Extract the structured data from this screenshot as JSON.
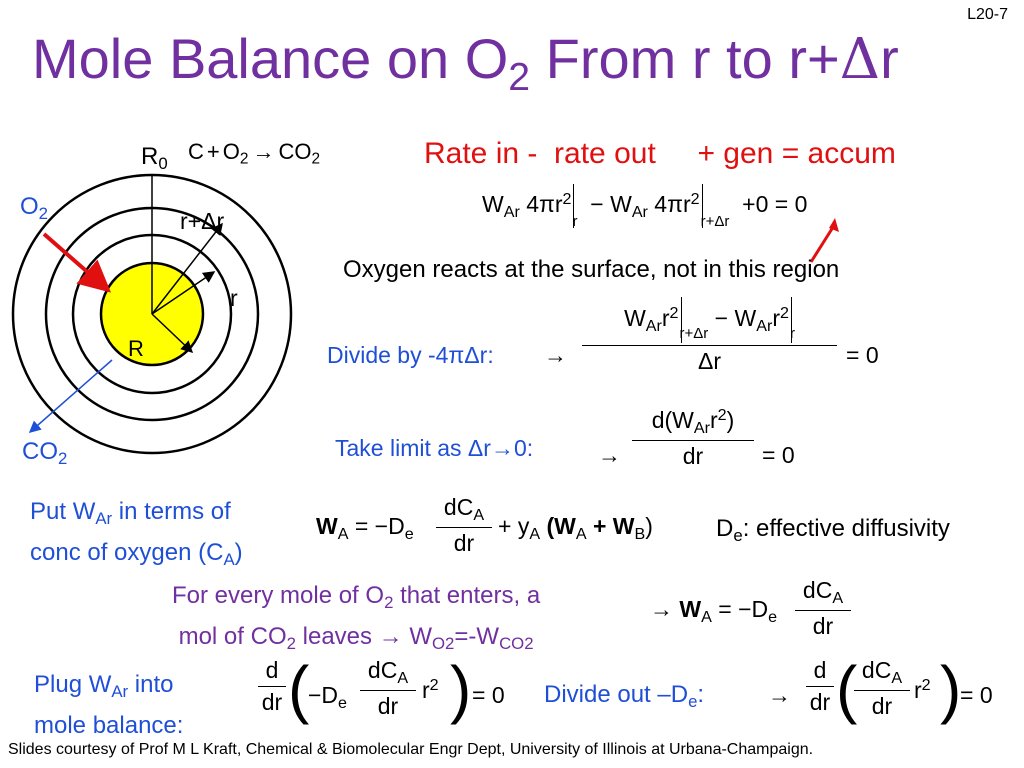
{
  "slide_number": "L20-7",
  "title": {
    "pre": "Mole Balance on O",
    "sub": "2",
    "post": " From r to r+",
    "delta": "Δ",
    "end": "r"
  },
  "diagram": {
    "r0": "R",
    "r0_sub": "0",
    "reaction_c": "C",
    "reaction_plus": "+",
    "reaction_o2": "O",
    "reaction_o2_sub": "2",
    "reaction_arrow": "→",
    "reaction_co2": "CO",
    "reaction_co2_sub": "2",
    "o2_label": "O",
    "o2_sub": "2",
    "r_dr_label": "r+Δr",
    "r_label": "r",
    "R_label": "R",
    "co2_label": "CO",
    "co2_sub": "2",
    "colors": {
      "core": "#ffff00",
      "o2_arrow": "#e01010",
      "co2_arrow": "#1f4fd6"
    }
  },
  "balance": {
    "heading": "Rate in -  rate out     + gen = accum",
    "eq1_w": "W",
    "eq1_ar": "Ar",
    "eq1_4pi": "4πr",
    "eq1_sq": "2",
    "eq1_eval_r": "r",
    "eq1_minus": "−",
    "eq1_eval_rdr": "r+Δr",
    "eq1_tail": "+0 = 0"
  },
  "note_surface": "Oxygen reacts at the surface, not in this region",
  "divide": {
    "label": "Divide by -4πΔr:",
    "arrow": "→",
    "num_w": "W",
    "num_ar": "Ar",
    "num_r": "r",
    "num_sq": "2",
    "eval_rdr": "r+Δr",
    "minus": "−",
    "eval_r": "r",
    "den": "Δr",
    "equals": "= 0"
  },
  "limit": {
    "label": "Take limit as Δr→0:",
    "arrow": "→",
    "num": "d(W",
    "num_ar": "Ar",
    "num_r": "r",
    "num_sq": "2",
    "num_close": ")",
    "den": "dr",
    "equals": "= 0"
  },
  "flux": {
    "label_line1_pre": "Put W",
    "label_line1_sub": "Ar",
    "label_line1_post": " in terms of",
    "label_line2_pre": "conc of oxygen (C",
    "label_line2_sub": "A",
    "label_line2_post": ")",
    "w": "W",
    "w_sub": "A",
    "eq": "= −D",
    "e_sub": "e",
    "num": "dC",
    "num_sub": "A",
    "den": "dr",
    "plus_y": "+ y",
    "y_sub": "A",
    "paren": "(W",
    "wa_sub": "A",
    "plus_w": " + W",
    "wb_sub": "B",
    "paren_close": ")",
    "de_note_pre": "D",
    "de_note_sub": "e",
    "de_note_post": ": effective diffusivity"
  },
  "every_mole": {
    "line1_pre": "For every mole of O",
    "line1_sub": "2",
    "line1_post": " that enters, a",
    "line2_pre": "mol of CO",
    "line2_sub": "2",
    "line2_mid": " leaves → W",
    "line2_sub2": "O2",
    "line2_mid2": "=-W",
    "line2_sub3": "CO2",
    "arrow": "→",
    "w": "W",
    "w_sub": "A",
    "eq": "= −D",
    "e_sub": "e",
    "num": "dC",
    "num_sub": "A",
    "den": "dr"
  },
  "plug": {
    "label_line1_pre": "Plug W",
    "label_line1_sub": "Ar",
    "label_line1_post": " into",
    "label_line2": "mole balance:",
    "d": "d",
    "dr": "dr",
    "neg_de": "−D",
    "e_sub": "e",
    "num": "dC",
    "num_sub": "A",
    "den": "dr",
    "r": "r",
    "sq": "2",
    "equals": "= 0",
    "divide_label_pre": "Divide out –D",
    "divide_label_sub": "e",
    "divide_label_post": ":",
    "arrow": "→"
  },
  "footer": "Slides courtesy of Prof M L Kraft, Chemical & Biomolecular Engr Dept, University of Illinois at Urbana-Champaign."
}
